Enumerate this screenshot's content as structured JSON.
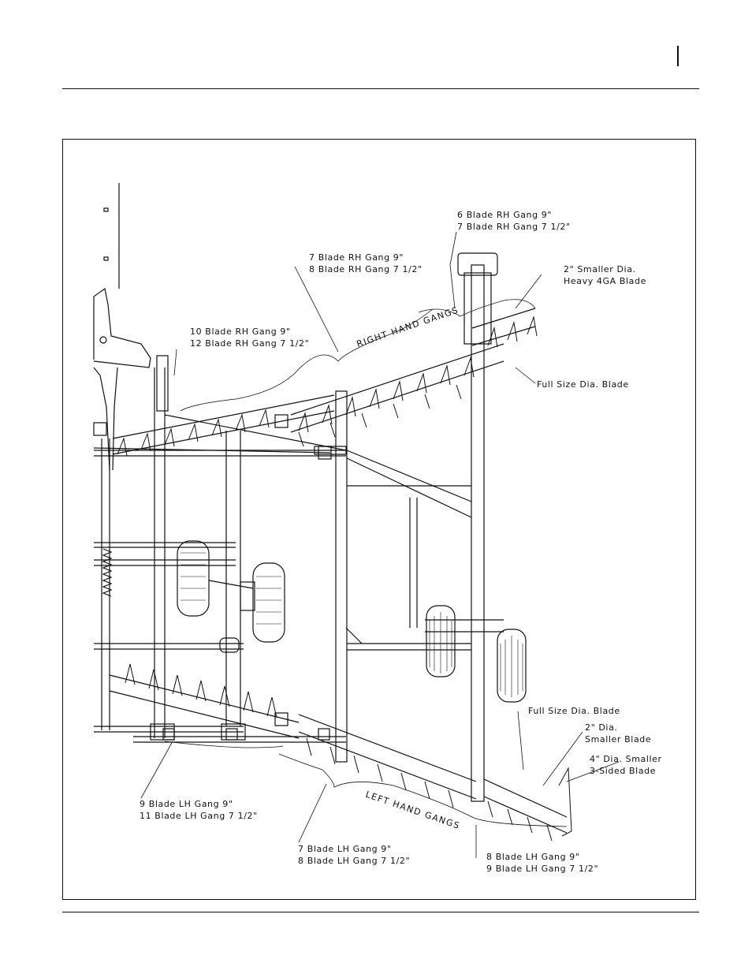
{
  "labels": {
    "rh6": [
      "6 Blade RH Gang 9\"",
      "7 Blade RH Gang 7 1/2\""
    ],
    "rh7": [
      "7 Blade RH Gang 9\"",
      "8 Blade RH Gang 7 1/2\""
    ],
    "rh10": [
      "10 Blade RH Gang 9\"",
      "12 Blade RH Gang 7 1/2\""
    ],
    "heavy": [
      "2\" Smaller Dia.",
      "Heavy 4GA Blade"
    ],
    "full_top": "Full Size Dia. Blade",
    "right_gangs": "RIGHT HAND GANGS",
    "full_bottom": "Full Size Dia. Blade",
    "smaller2": [
      "2\" Dia.",
      "Smaller Blade"
    ],
    "smaller4": [
      "4\" Dia. Smaller",
      "3-Sided Blade"
    ],
    "lh9": [
      "9 Blade LH Gang 9\"",
      "11 Blade LH Gang 7 1/2\""
    ],
    "left_gangs": "LEFT HAND GANGS",
    "lh7": [
      "7 Blade LH Gang 9\"",
      "8 Blade LH Gang 7 1/2\""
    ],
    "lh8": [
      "8 Blade LH Gang 9\"",
      "9 Blade LH Gang 7 1/2\""
    ]
  }
}
